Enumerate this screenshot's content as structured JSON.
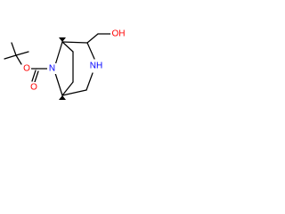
{
  "molecule": {
    "colors": {
      "bond": "#000000",
      "oxygen": "#ff0000",
      "nitrogen": "#0000ff",
      "background": "#ffffff"
    },
    "labels": {
      "carbonyl_oxygen": "O",
      "ester_oxygen": "O",
      "bridge_nitrogen": "N",
      "ring_nitrogen": "NH",
      "hydroxyl": "OH"
    }
  }
}
